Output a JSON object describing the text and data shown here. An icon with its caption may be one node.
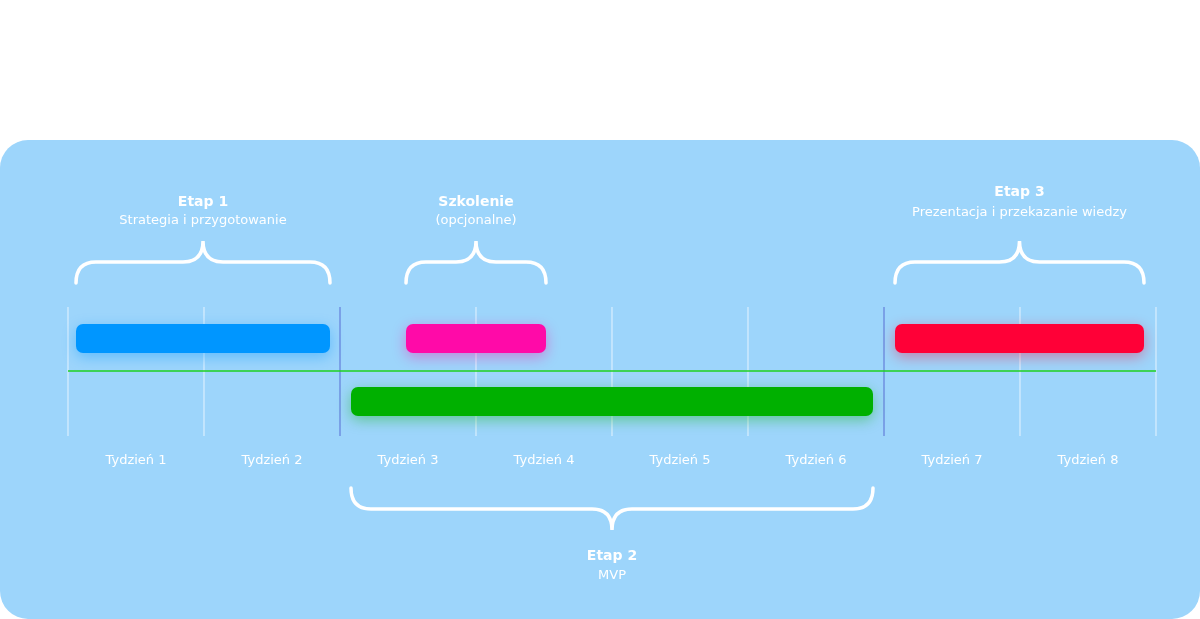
{
  "diagram": {
    "nodes": [
      {
        "text": [],
        "shape": "bar",
        "beside": [
          "Etap 1",
          "Strategia i przygotowanie"
        ]
      },
      {
        "text": [],
        "shape": "bar",
        "beside": [
          "Szkolenie",
          "(opcjonalne)"
        ]
      },
      {
        "text": [],
        "shape": "bar",
        "beside": [
          "Etap 3",
          "Prezentacja i przekazanie wiedzy"
        ]
      },
      {
        "text": [],
        "shape": "bar",
        "beside": [
          "Etap 2",
          "MVP"
        ]
      }
    ],
    "edges": [],
    "labels": [
      "Tydzień 1",
      "Tydzień 2",
      "Tydzień 3",
      "Tydzień 4",
      "Tydzień 5",
      "Tydzień 6",
      "Tydzień 7",
      "Tydzień 8"
    ]
  }
}
